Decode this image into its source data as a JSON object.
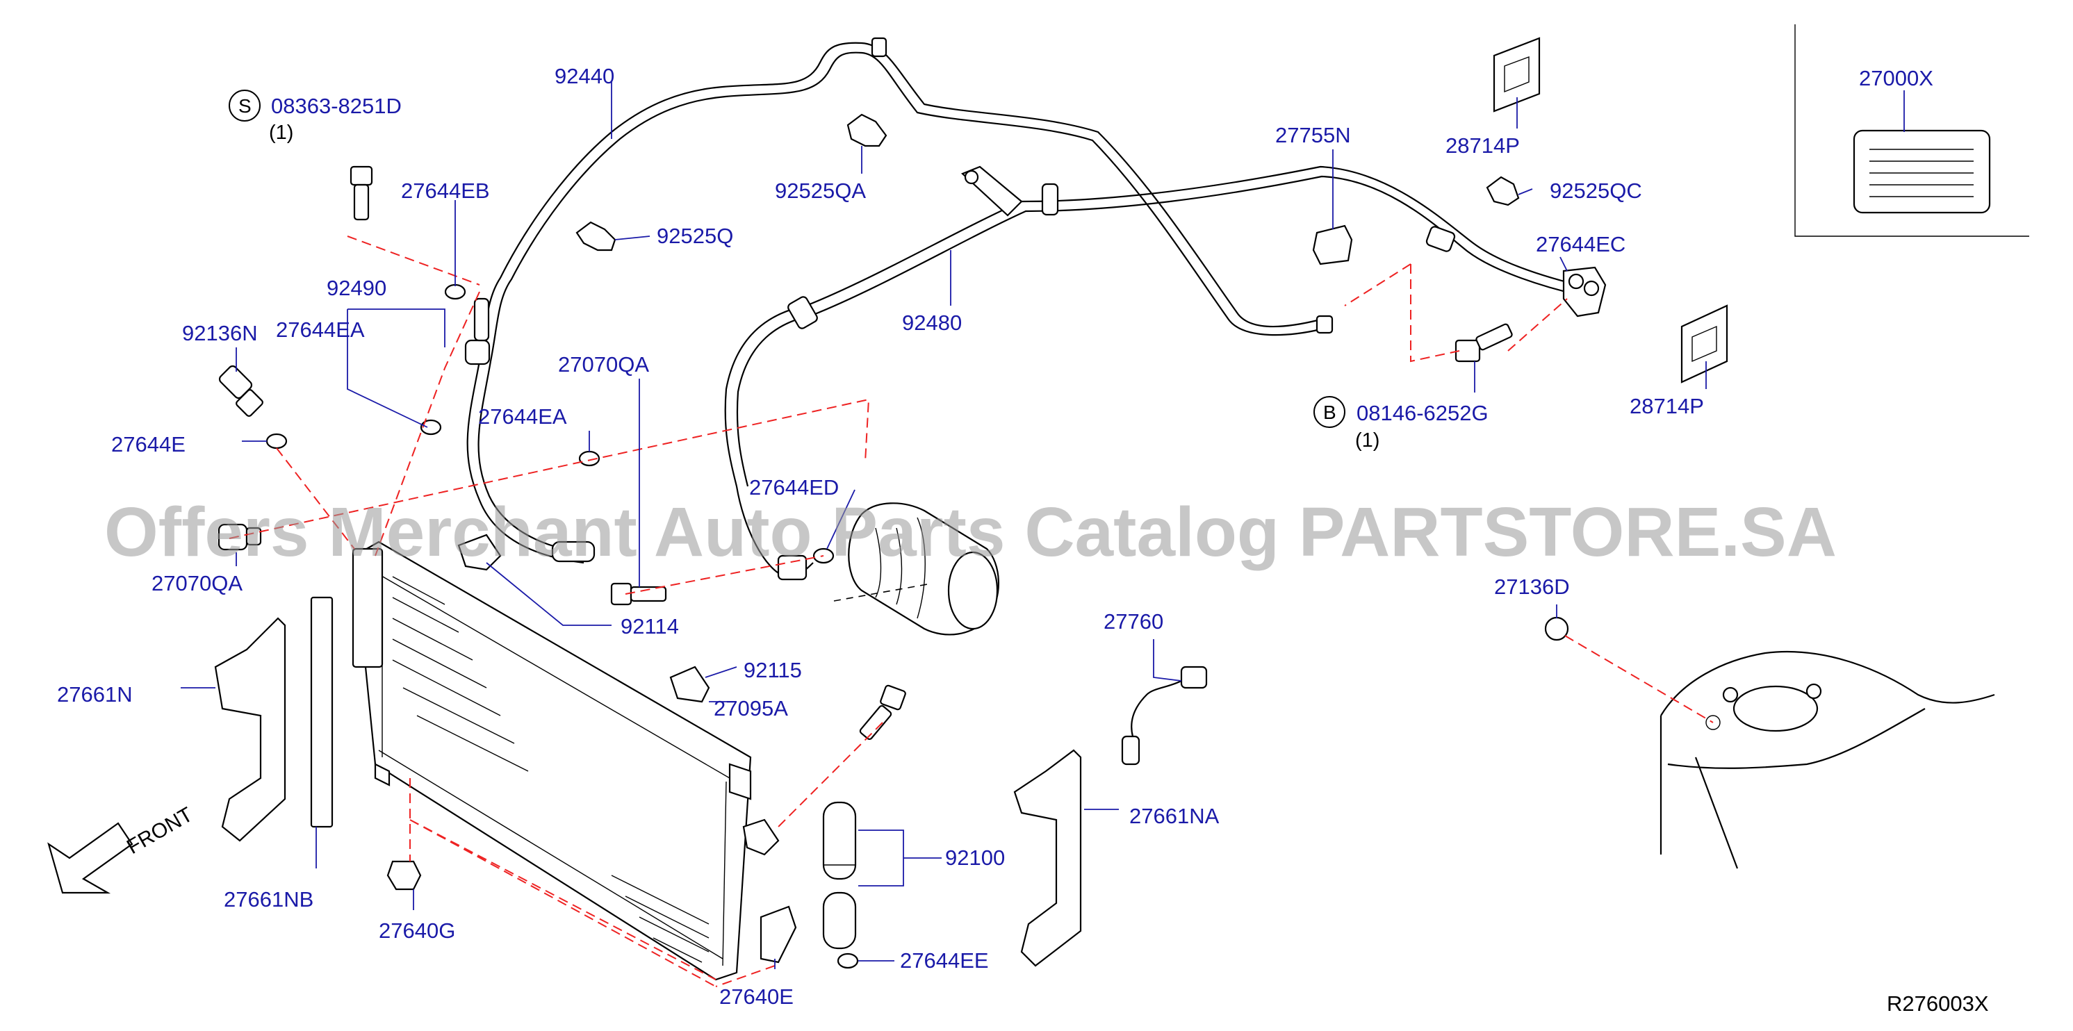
{
  "diagram": {
    "watermark": "Offers Merchant Auto Parts Catalog PARTSTORE.SA",
    "reference_code": "R276003X",
    "front_label": "FRONT",
    "callouts": {
      "p92440": "92440",
      "p08363": "08363-8251D",
      "p08363_qty": "(1)",
      "p08363_symbol": "S",
      "p27644EB": "27644EB",
      "p92525Q": "92525Q",
      "p92525QA": "92525QA",
      "p92490": "92490",
      "p92136N": "92136N",
      "p27644EA_1": "27644EA",
      "p27070QA_top": "27070QA",
      "p27644E": "27644E",
      "p27644EA_2": "27644EA",
      "p27644ED": "27644ED",
      "p27070QA_bottom": "27070QA",
      "p92114": "92114",
      "p92480": "92480",
      "p27755N": "27755N",
      "p28714P_top": "28714P",
      "p92525QC": "92525QC",
      "p27644EC": "27644EC",
      "p28714P_bottom": "28714P",
      "p08146": "08146-6252G",
      "p08146_qty": "(1)",
      "p08146_symbol": "B",
      "p27000X": "27000X",
      "p27136D": "27136D",
      "p27760": "27760",
      "p92115": "92115",
      "p27095A": "27095A",
      "p27661N": "27661N",
      "p27661NB": "27661NB",
      "p27640G": "27640G",
      "p92100": "92100",
      "p27661NA": "27661NA",
      "p27644EE": "27644EE",
      "p27640E": "27640E"
    },
    "colors": {
      "callout_text": "#1a1aa8",
      "leader_line": "#1a1aa8",
      "dashed_guide": "#e22222",
      "part_outline": "#000000",
      "watermark": "#9a9a9a"
    }
  }
}
